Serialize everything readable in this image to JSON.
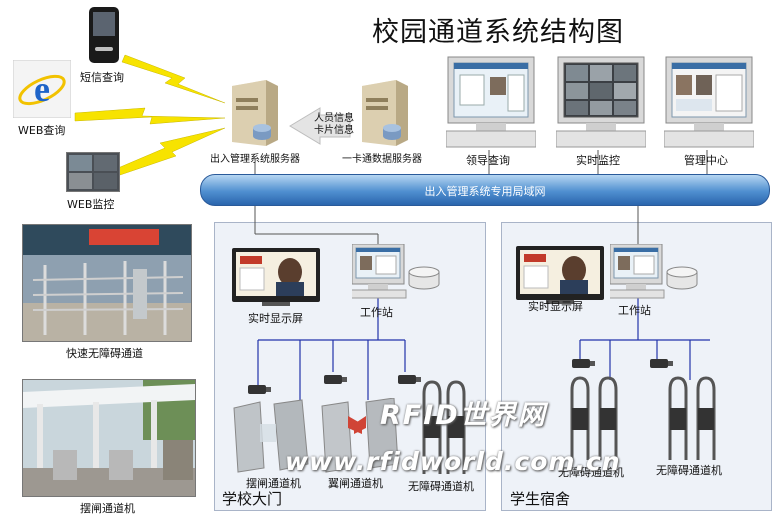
{
  "title": "校园通道系统结构图",
  "left_column": {
    "sms_query": "短信查询",
    "web_query": "WEB查询",
    "web_monitor": "WEB监控",
    "fast_channel": "快速无障碍通道",
    "swing_channel": "摆闸通道机"
  },
  "servers": {
    "access_server": "出入管理系统服务器",
    "card_server": "一卡通数据服务器",
    "transfer_line1": "人员信息",
    "transfer_line2": "卡片信息"
  },
  "monitors": {
    "leader": "领导查询",
    "live": "实时监控",
    "center": "管理中心"
  },
  "network": "出入管理系统专用局域网",
  "zones": {
    "gate": {
      "name": "学校大门",
      "display": "实时显示屏",
      "workstation": "工作站",
      "swing": "摆闸通道机",
      "wing": "翼闸通道机",
      "barrier_free": "无障碍通道机"
    },
    "dorm": {
      "name": "学生宿舍",
      "display": "实时显示屏",
      "workstation": "工作站",
      "barrier_free_a": "无障碍通道机",
      "barrier_free_b": "无障碍通道机"
    }
  },
  "watermark": {
    "brand": "RFID世界网",
    "url": "www.rfidworld.com.cn"
  },
  "colors": {
    "network_pipe": "#4f8fd0",
    "lightning": "#f7e300",
    "zone_bg": "#eef2f8",
    "link_line": "#2233aa"
  }
}
